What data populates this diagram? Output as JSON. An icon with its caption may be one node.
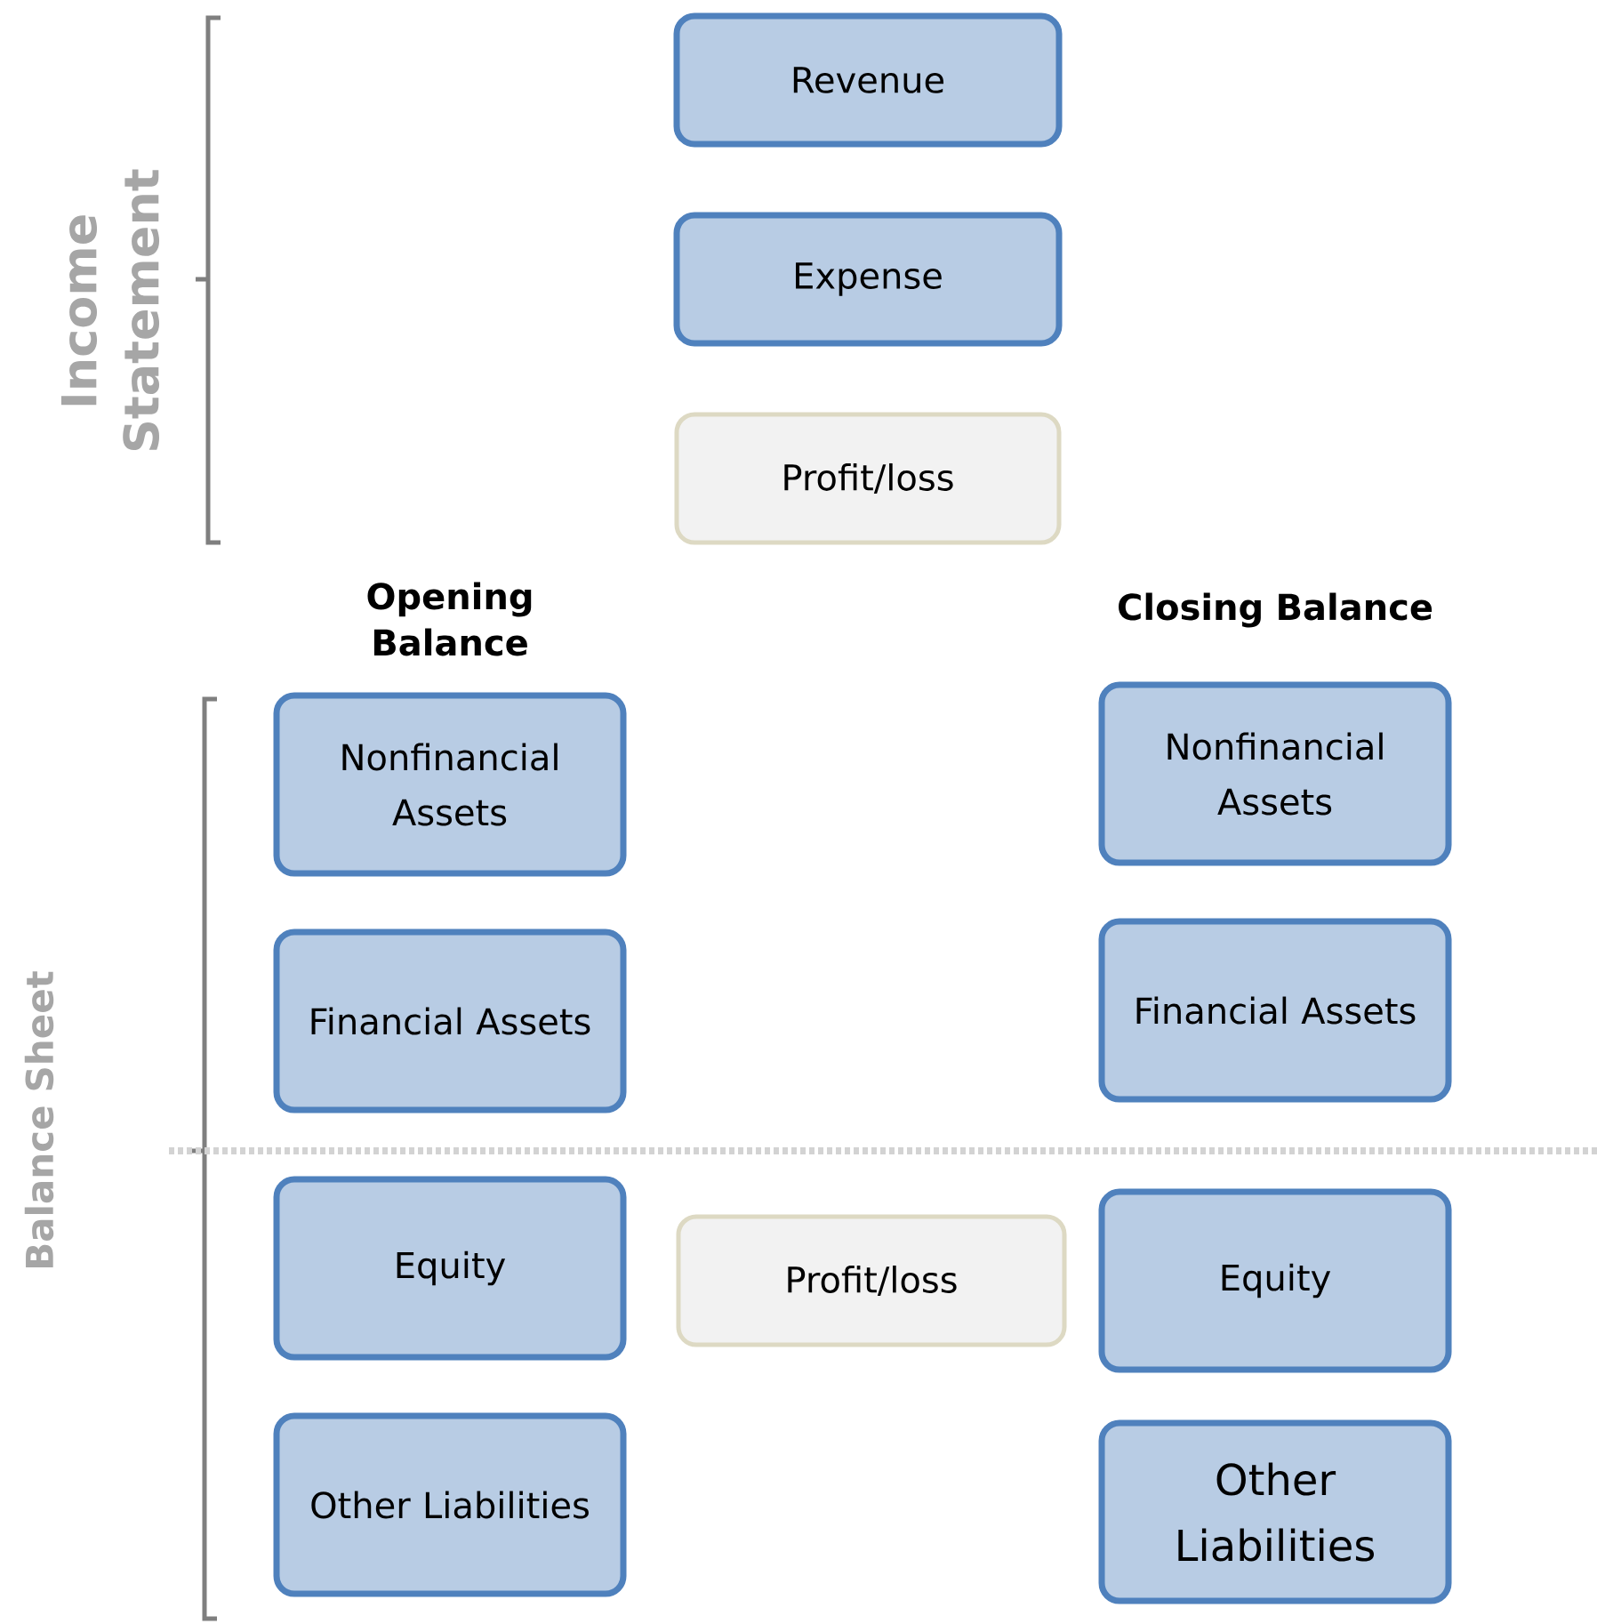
{
  "diagram": {
    "nodes": [
      {
        "text": [
          "Revenue"
        ]
      },
      {
        "text": [
          "Expense"
        ]
      },
      {
        "text": [
          "Profit/loss"
        ]
      },
      {
        "text": [
          "Nonfinancial Assets"
        ]
      },
      {
        "text": [
          "Financial Assets"
        ]
      },
      {
        "text": [
          "Equity"
        ]
      },
      {
        "text": [
          "Other Liabilities"
        ]
      },
      {
        "text": [
          "Profit/loss"
        ]
      },
      {
        "text": [
          "Nonfinancial Assets"
        ]
      },
      {
        "text": [
          "Financial Assets"
        ]
      },
      {
        "text": [
          "Equity"
        ]
      },
      {
        "text": [
          "Other Liabilities"
        ]
      }
    ],
    "labels": [
      "Income Statement",
      "Opening Balance",
      "Closing Balance",
      "Balance Sheet"
    ]
  }
}
